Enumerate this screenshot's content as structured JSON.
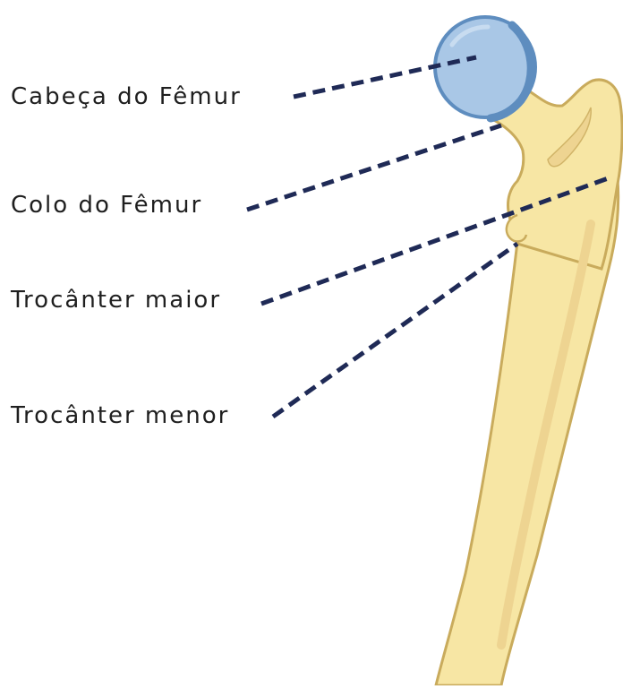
{
  "diagram": {
    "labels": {
      "head": "Cabeça do Fêmur",
      "neck": "Colo do Fêmur",
      "greater_trochanter": "Trocânter maior",
      "lesser_trochanter": "Trocânter menor"
    },
    "colors": {
      "bone_fill": "#f7e6a4",
      "bone_outline": "#c9ab5c",
      "bone_shade": "#e9cf80",
      "head_fill": "#a9c7e6",
      "head_rim": "#5e8dbf",
      "leader_line": "#1f2a56",
      "label_text": "#1f1f1f"
    }
  }
}
